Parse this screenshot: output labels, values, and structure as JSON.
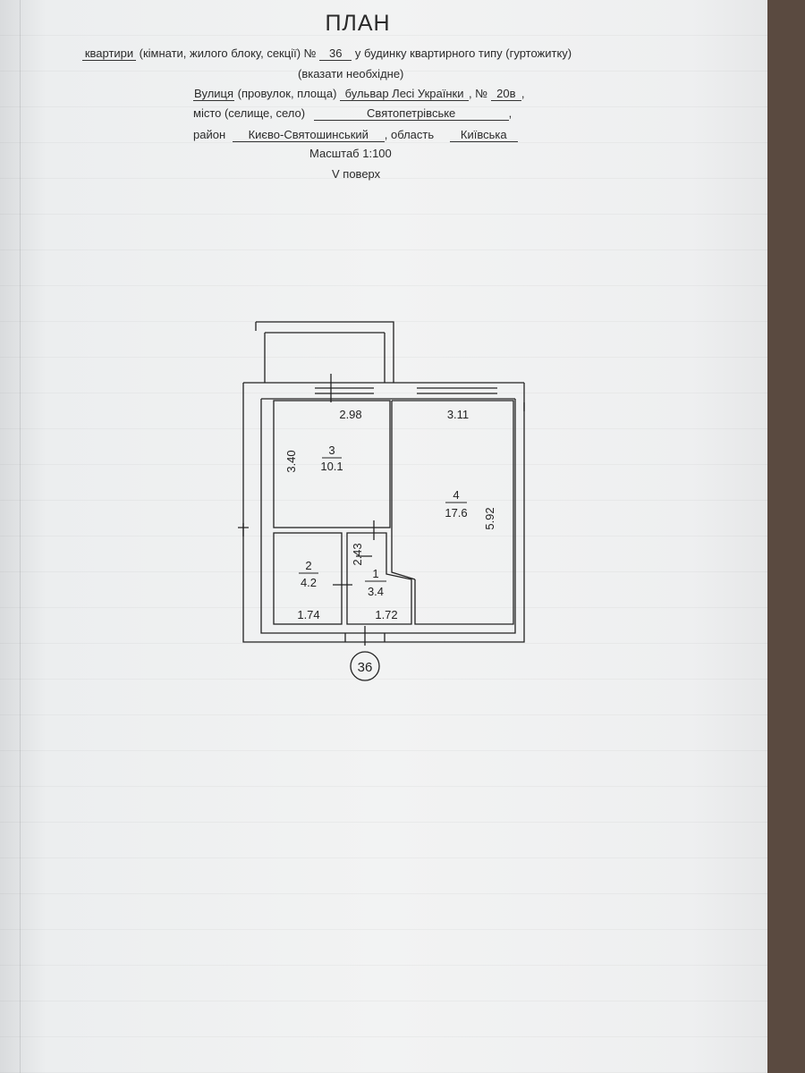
{
  "header": {
    "title": "ПЛАН",
    "line1_word": "квартири",
    "line1_rest": "(кімнати, жилого блоку, секції) №",
    "apt_number": "36",
    "line1_tail": "у будинку квартирного типу (гуртожитку)",
    "hint": "(вказати необхідне)",
    "street_label_word": "Вулиця",
    "street_label_rest": "(провулок, площа)",
    "street_value": "бульвар Лесі Українки",
    "no_label": "№",
    "house_number": "20в",
    "city_label": "місто (селище, село)",
    "city_value": "Святопетрівське",
    "district_label": "район",
    "district_value": "Києво-Святошинський",
    "region_label": ", область",
    "region_value": "Київська",
    "scale": "Масштаб  1:100",
    "floor": "V поверх"
  },
  "plan": {
    "rooms": [
      {
        "number": "3",
        "area": "10.1"
      },
      {
        "number": "4",
        "area": "17.6"
      },
      {
        "number": "2",
        "area": "4.2"
      },
      {
        "number": "1",
        "area": "3.4"
      }
    ],
    "dimensions": {
      "room3_width": "2.98",
      "room3_height": "3.40",
      "room4_width": "3.11",
      "room4_height": "5.92",
      "room1_height": "2.43",
      "room2_width": "1.74",
      "room1_width": "1.72"
    },
    "apartment_marker": "36"
  }
}
